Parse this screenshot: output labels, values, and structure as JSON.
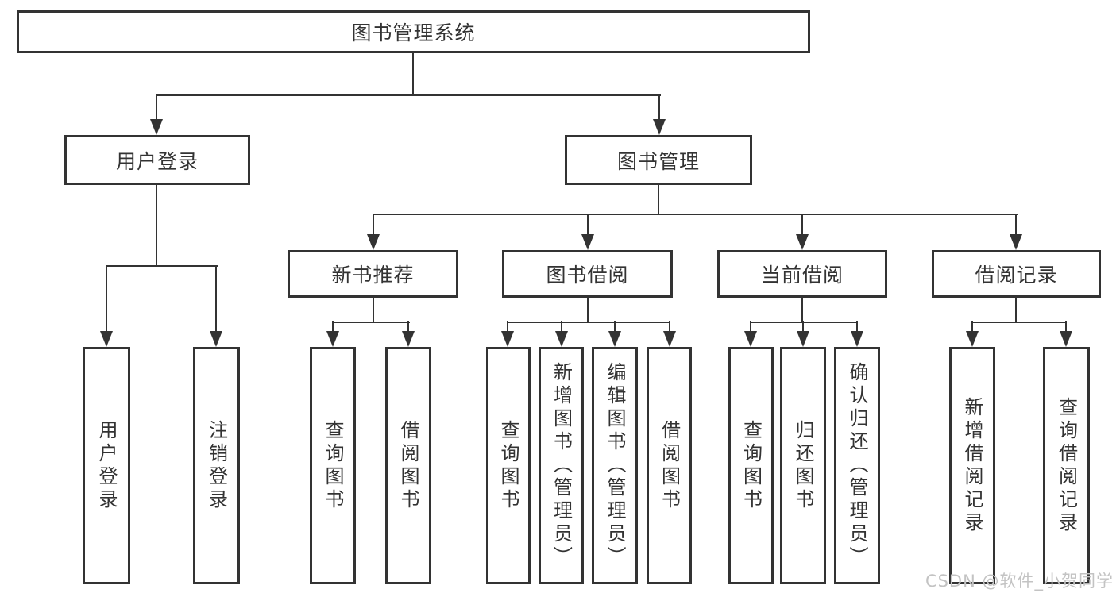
{
  "colors": {
    "line": "#333333",
    "text": "#333333",
    "box_bg": "#ffffff",
    "watermark": "#c3c3c3"
  },
  "watermark": {
    "text": "CSDN @软件_小贺同学"
  },
  "tree": {
    "root": {
      "label": "图书管理系统",
      "children": [
        {
          "label": "用户登录",
          "children": [
            {
              "label": "用户登录"
            },
            {
              "label": "注销登录"
            }
          ]
        },
        {
          "label": "图书管理",
          "children": [
            {
              "label": "新书推荐",
              "children": [
                {
                  "label": "查询图书"
                },
                {
                  "label": "借阅图书"
                }
              ]
            },
            {
              "label": "图书借阅",
              "children": [
                {
                  "label": "查询图书"
                },
                {
                  "label": "新增图书（管理员）"
                },
                {
                  "label": "编辑图书（管理员）"
                },
                {
                  "label": "借阅图书"
                }
              ]
            },
            {
              "label": "当前借阅",
              "children": [
                {
                  "label": "查询图书"
                },
                {
                  "label": "归还图书"
                },
                {
                  "label": "确认归还（管理员）"
                }
              ]
            },
            {
              "label": "借阅记录",
              "children": [
                {
                  "label": "新增借阅记录"
                },
                {
                  "label": "查询借阅记录"
                }
              ]
            }
          ]
        }
      ]
    }
  }
}
